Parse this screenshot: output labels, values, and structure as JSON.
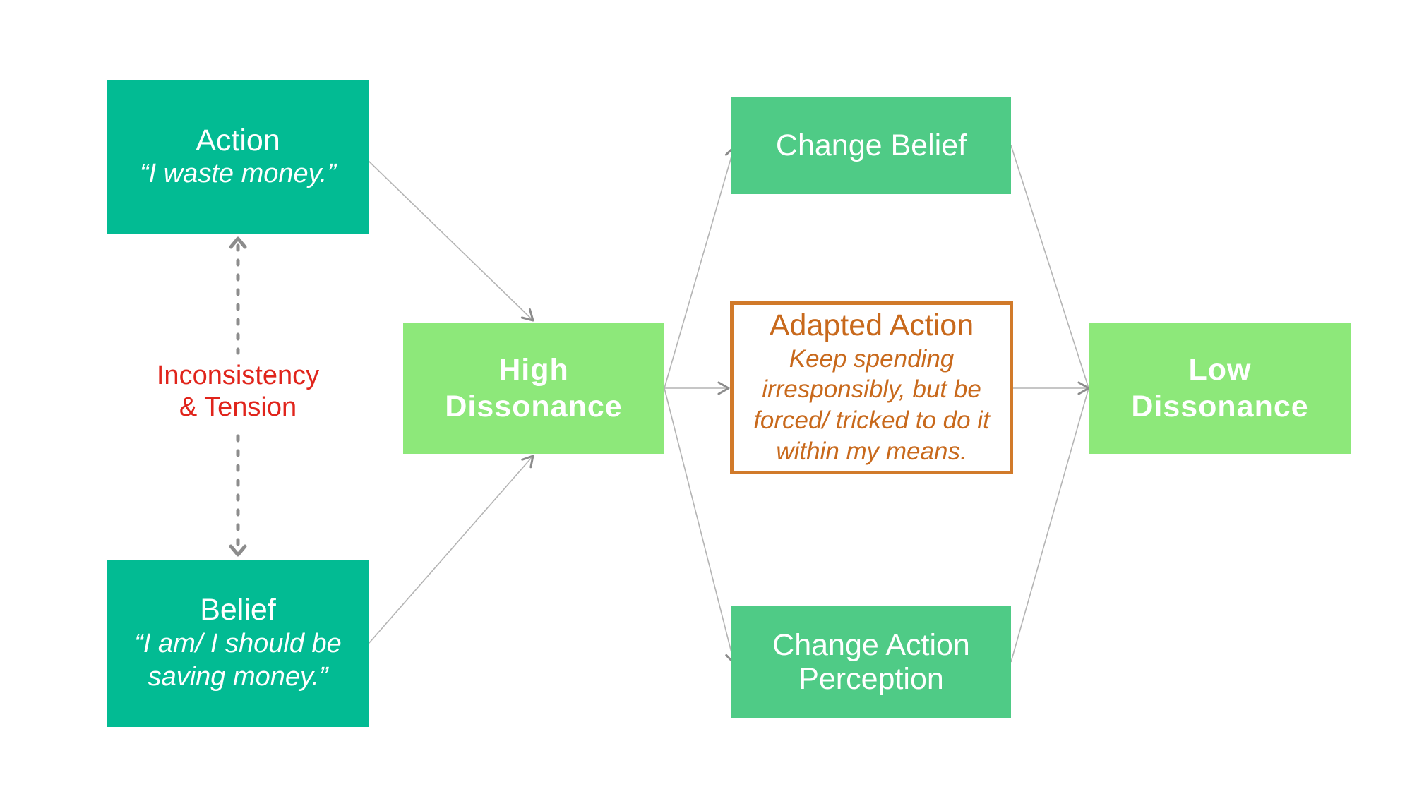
{
  "nodes": {
    "action": {
      "title": "Action",
      "quote": "“I waste money.”"
    },
    "belief": {
      "title": "Belief",
      "quote_lines": [
        "“I am/ I should be",
        "saving money.”"
      ]
    },
    "high_dissonance": {
      "lines": [
        "High",
        "Dissonance"
      ]
    },
    "change_belief": {
      "title": "Change Belief"
    },
    "adapted_action": {
      "title": "Adapted Action",
      "quote_lines": [
        "Keep spending",
        "irresponsibly, but be",
        "forced/ tricked to do it",
        "within my means."
      ]
    },
    "change_action_perception": {
      "lines": [
        "Change Action",
        "Perception"
      ]
    },
    "low_dissonance": {
      "lines": [
        "Low",
        "Dissonance"
      ]
    }
  },
  "tension_label": {
    "lines": [
      "Inconsistency",
      "& Tension"
    ]
  },
  "colors": {
    "dark_teal": "#02bb93",
    "mid_green": "#4fcb86",
    "light_green": "#8de87a",
    "adapted_border": "#d17a2a",
    "adapted_text": "#c8691c",
    "tension_text": "#e0241b",
    "arrow": "#999999"
  }
}
